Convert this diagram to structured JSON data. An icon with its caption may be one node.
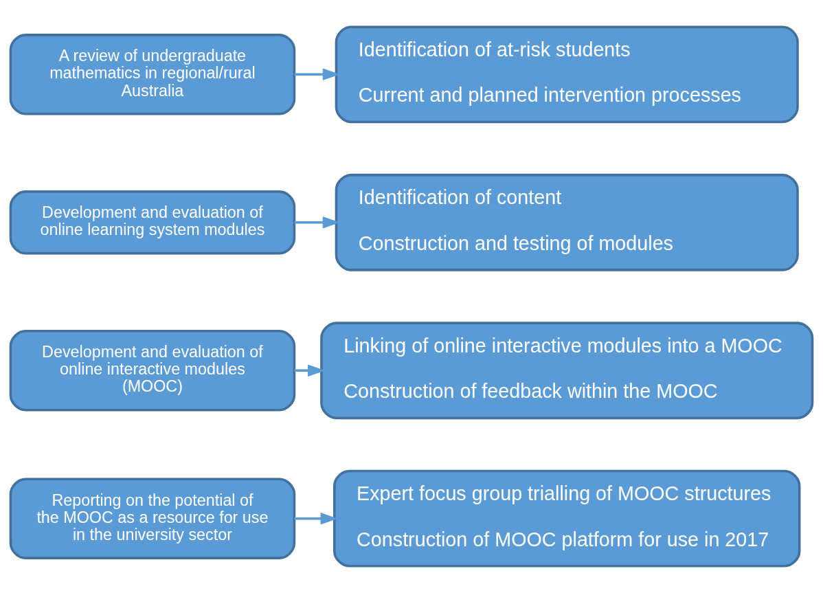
{
  "diagram": {
    "nodes": [
      {
        "text": [
          "A review of undergraduate mathematics in regional/rural Australia"
        ]
      },
      {
        "text": [
          "Identification of at-risk students",
          "Current and planned intervention processes"
        ]
      },
      {
        "text": [
          "Development and evaluation of online learning system modules"
        ]
      },
      {
        "text": [
          "Identification of content",
          "Construction and testing of modules"
        ]
      },
      {
        "text": [
          "Development and evaluation of online interactive modules (MOOC)"
        ]
      },
      {
        "text": [
          "Linking of online interactive modules into a MOOC",
          "Construction of feedback within the MOOC"
        ]
      },
      {
        "text": [
          "Reporting on the potential of the MOOC as a resource for use in the university sector"
        ]
      },
      {
        "text": [
          "Expert focus group trialling of MOOC structures",
          "Construction of MOOC platform for use in 2017"
        ]
      }
    ],
    "edges": [
      {
        "from": 0,
        "to": 1,
        "arrow": "to"
      },
      {
        "from": 2,
        "to": 3,
        "arrow": "to"
      },
      {
        "from": 4,
        "to": 5,
        "arrow": "to"
      },
      {
        "from": 6,
        "to": 7,
        "arrow": "to"
      }
    ]
  }
}
